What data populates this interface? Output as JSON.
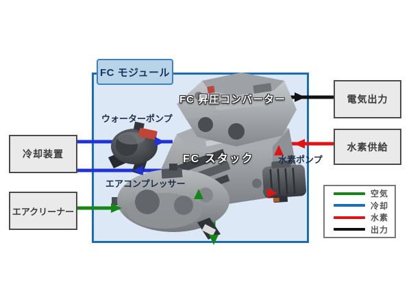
{
  "module": {
    "label": "FC モジュール",
    "fill": "#dce8f5",
    "border_color": "#1b6cb5",
    "label_fill": "#b9d3e9",
    "label_border": "#3e80c4",
    "label_text_color": "#16355e"
  },
  "components": {
    "converter_label": "FC 昇圧コンバーター",
    "stack_label": "FC スタック",
    "water_pump_label": "ウォーターポンプ",
    "air_compressor_label": "エアコンプレッサー",
    "hydrogen_pump_label": "水素ポンプ"
  },
  "external_boxes": {
    "cooling_device": "冷却装置",
    "air_cleaner": "エアクリーナー",
    "electric_output": "電気出力",
    "hydrogen_supply": "水素供給"
  },
  "legend": {
    "items": [
      {
        "label": "空気",
        "color": "#168616"
      },
      {
        "label": "冷却",
        "color": "#1c70b6"
      },
      {
        "label": "水素",
        "color": "#e11414"
      },
      {
        "label": "出力",
        "color": "#111111"
      }
    ]
  },
  "flow_colors": {
    "air": "#168616",
    "cooling": "#2233d6",
    "hydrogen": "#e11414",
    "output": "#111111"
  }
}
